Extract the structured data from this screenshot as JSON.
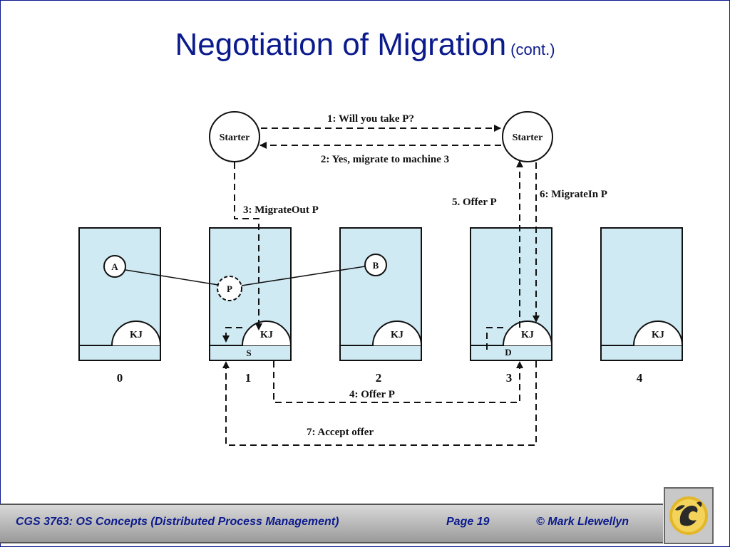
{
  "title": {
    "main": "Negotiation of Migration",
    "sub": "(cont.)"
  },
  "diagram": {
    "starters": [
      "Starter",
      "Starter"
    ],
    "machines": [
      "0",
      "1",
      "2",
      "3",
      "4"
    ],
    "kernel_label": "KJ",
    "processes": {
      "a": "A",
      "b": "B",
      "p": "P"
    },
    "markers": {
      "s": "S",
      "d": "D"
    },
    "messages": {
      "m1": "1: Will you take P?",
      "m2": "2: Yes, migrate to machine 3",
      "m3": "3: MigrateOut P",
      "m4": "4: Offer P",
      "m5": "5. Offer P",
      "m6": "6: MigrateIn P",
      "m7": "7: Accept offer"
    }
  },
  "footer": {
    "course": "CGS 3763: OS Concepts  (Distributed Process Management)",
    "page": "Page 19",
    "author": "© Mark Llewellyn"
  },
  "colors": {
    "title": "#0b1a8c",
    "machine_fill": "#cfeaf3"
  }
}
